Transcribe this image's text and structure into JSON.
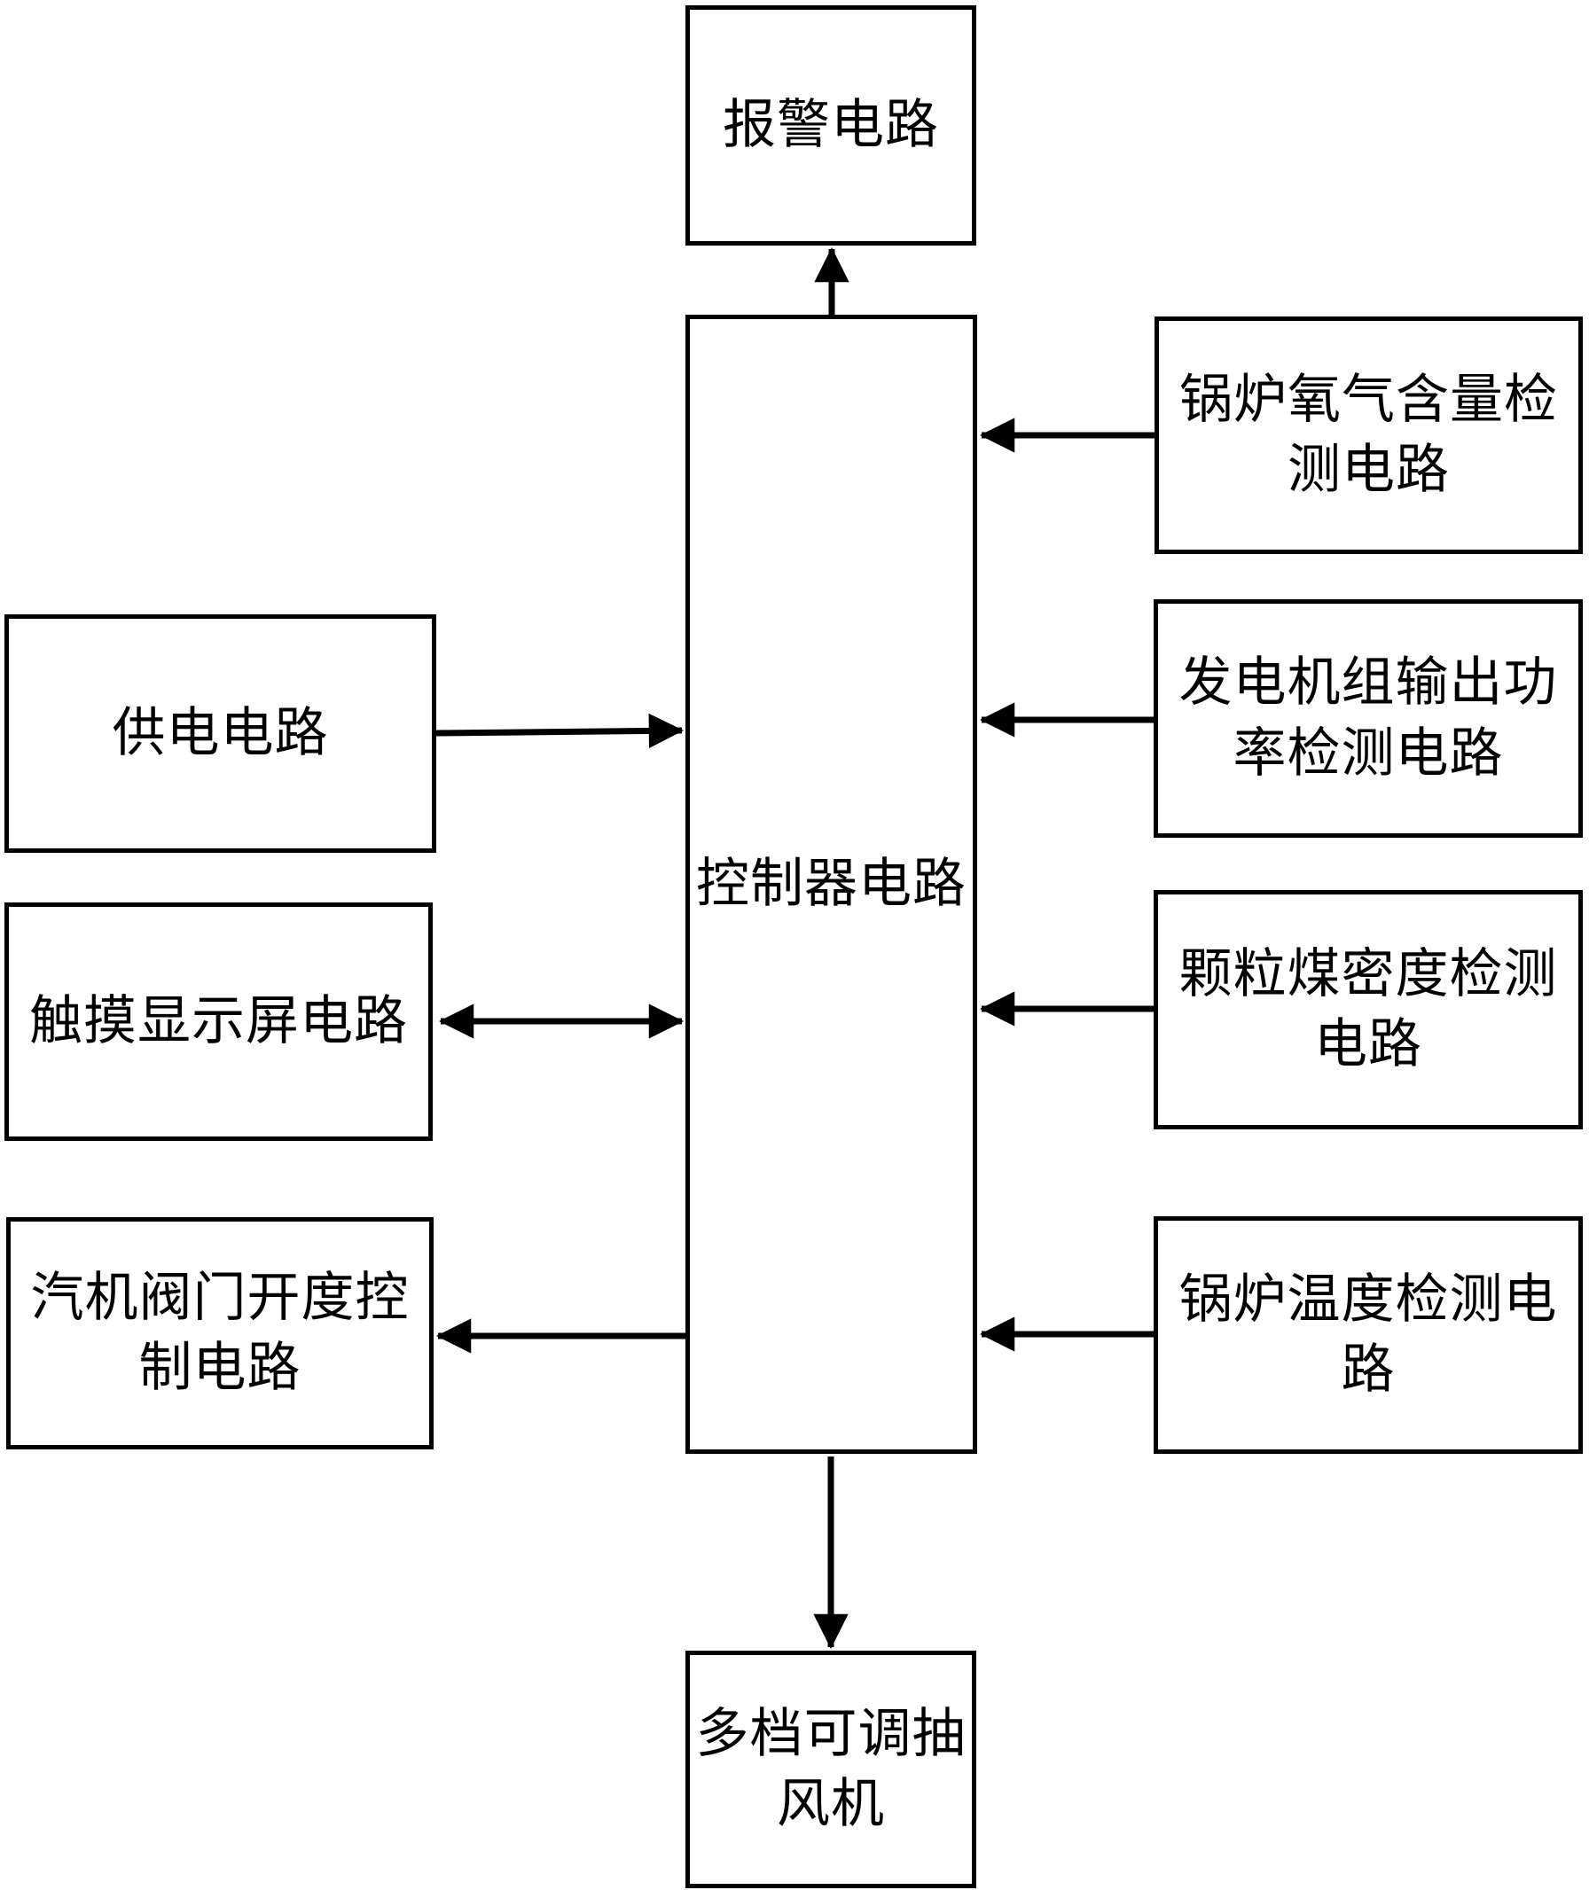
{
  "diagram": {
    "type": "block-diagram",
    "colors": {
      "background": "#ffffff",
      "box_fill": "#ffffff",
      "line": "#000000",
      "text": "#000000"
    },
    "nodes": {
      "alarm": {
        "label": "报警电路"
      },
      "controller": {
        "label": "控制器电路"
      },
      "power": {
        "label": "供电电路"
      },
      "touch": {
        "label": "触摸显示屏电路"
      },
      "valve": {
        "label": "汽机阀门开度控\n制电路"
      },
      "oxygen": {
        "label": "锅炉氧气含量检\n测电路"
      },
      "genpower": {
        "label": "发电机组输出功\n率检测电路"
      },
      "coal": {
        "label": "颗粒煤密度检测\n电路"
      },
      "temp": {
        "label": "锅炉温度检测电\n路"
      },
      "fan": {
        "label": "多档可调抽\n风机"
      }
    },
    "edges": [
      {
        "from": "controller",
        "to": "alarm",
        "direction": "one-way"
      },
      {
        "from": "power",
        "to": "controller",
        "direction": "one-way"
      },
      {
        "from": "touch",
        "to": "controller",
        "direction": "two-way"
      },
      {
        "from": "controller",
        "to": "valve",
        "direction": "one-way"
      },
      {
        "from": "oxygen",
        "to": "controller",
        "direction": "one-way"
      },
      {
        "from": "genpower",
        "to": "controller",
        "direction": "one-way"
      },
      {
        "from": "coal",
        "to": "controller",
        "direction": "one-way"
      },
      {
        "from": "temp",
        "to": "controller",
        "direction": "one-way"
      },
      {
        "from": "controller",
        "to": "fan",
        "direction": "one-way"
      }
    ]
  }
}
